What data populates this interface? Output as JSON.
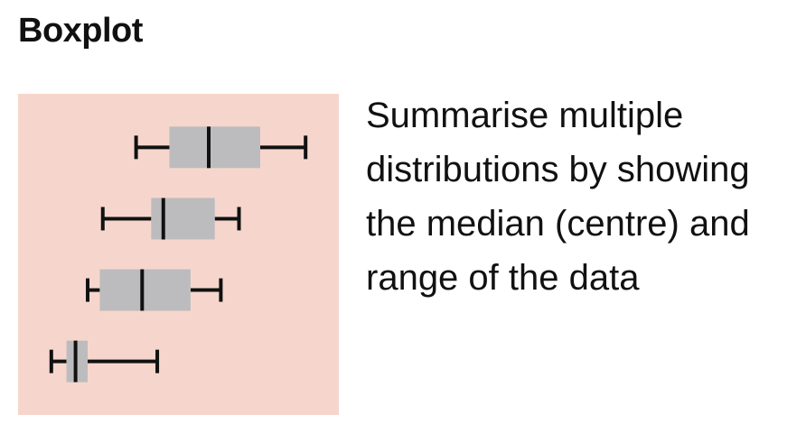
{
  "card": {
    "title": "Boxplot",
    "description": "Summarise multiple distributions by showing the median (centre) and range of the data"
  },
  "colors": {
    "panel_background": "#f6d6cc",
    "box_fill": "#bcbcbe",
    "line": "#111111"
  },
  "chart_data": {
    "type": "boxplot",
    "title": "",
    "xlabel": "",
    "ylabel": "",
    "xlim": [
      0,
      100
    ],
    "grid": false,
    "legend": "none",
    "boxes": [
      {
        "min": 36,
        "q1": 47,
        "median": 60,
        "q3": 77,
        "max": 92
      },
      {
        "min": 25,
        "q1": 41,
        "median": 45,
        "q3": 62,
        "max": 70
      },
      {
        "min": 20,
        "q1": 24,
        "median": 38,
        "q3": 54,
        "max": 64
      },
      {
        "min": 8,
        "q1": 13,
        "median": 16,
        "q3": 20,
        "max": 43
      }
    ]
  }
}
